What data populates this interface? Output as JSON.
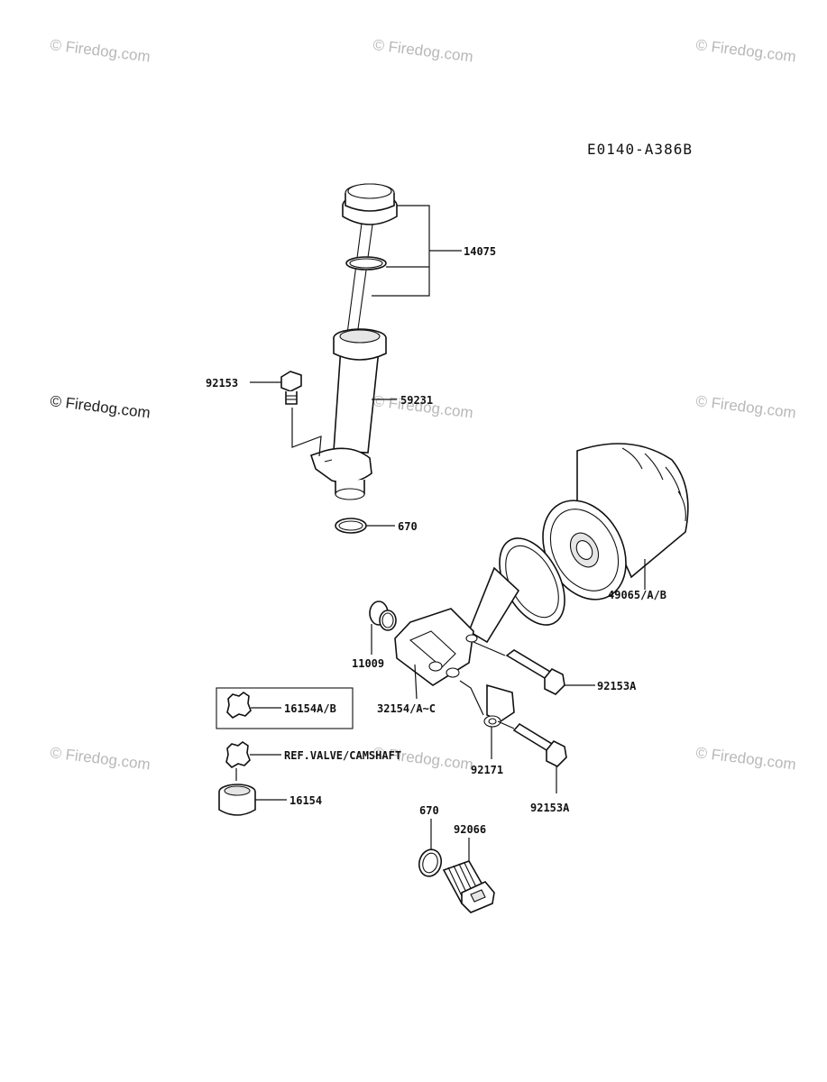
{
  "diagram_code": "E0140-A386B",
  "watermark": "© Firedog.com",
  "parts": {
    "p14075": "14075",
    "p59231": "59231",
    "p92153": "92153",
    "p670_top": "670",
    "p49065": "49065/A/B",
    "p11009": "11009",
    "p32154": "32154/A~C",
    "p92153A_1": "92153A",
    "p92153A_2": "92153A",
    "p92171": "92171",
    "p16154AB": "16154A/B",
    "p_ref": "REF.VALVE/CAMSHAFT",
    "p16154": "16154",
    "p670_bottom": "670",
    "p92066": "92066"
  }
}
